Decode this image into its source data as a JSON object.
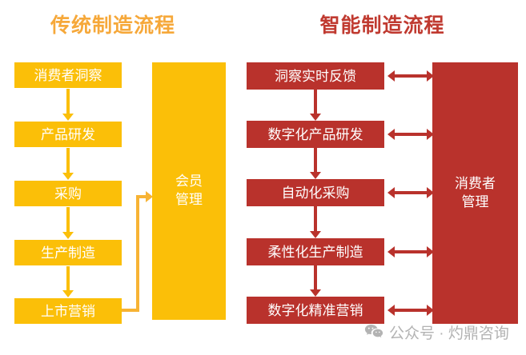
{
  "diagram": {
    "colors": {
      "yellow": "#FBBF08",
      "yellow_title": "#F6A83A",
      "yellow_arrow": "#F7B334",
      "red": "#B9322C",
      "red_title": "#C03A30",
      "background": "#FFFFFF",
      "watermark": "#B3B3B3"
    },
    "left": {
      "title": "传统制造流程",
      "steps": [
        {
          "label": "消费者洞察"
        },
        {
          "label": "产品研发"
        },
        {
          "label": "采购"
        },
        {
          "label": "生产制造"
        },
        {
          "label": "上市营销"
        }
      ],
      "panel": {
        "line1": "会员",
        "line2": "管理"
      }
    },
    "right": {
      "title": "智能制造流程",
      "steps": [
        {
          "label": "洞察实时反馈"
        },
        {
          "label": "数字化产品研发"
        },
        {
          "label": "自动化采购"
        },
        {
          "label": "柔性化生产制造"
        },
        {
          "label": "数字化精准营销"
        }
      ],
      "panel": {
        "line1": "消费者",
        "line2": "管理"
      }
    }
  },
  "watermark": {
    "icon": "wechat-icon",
    "text": "公众号 · 灼鼎咨询"
  }
}
